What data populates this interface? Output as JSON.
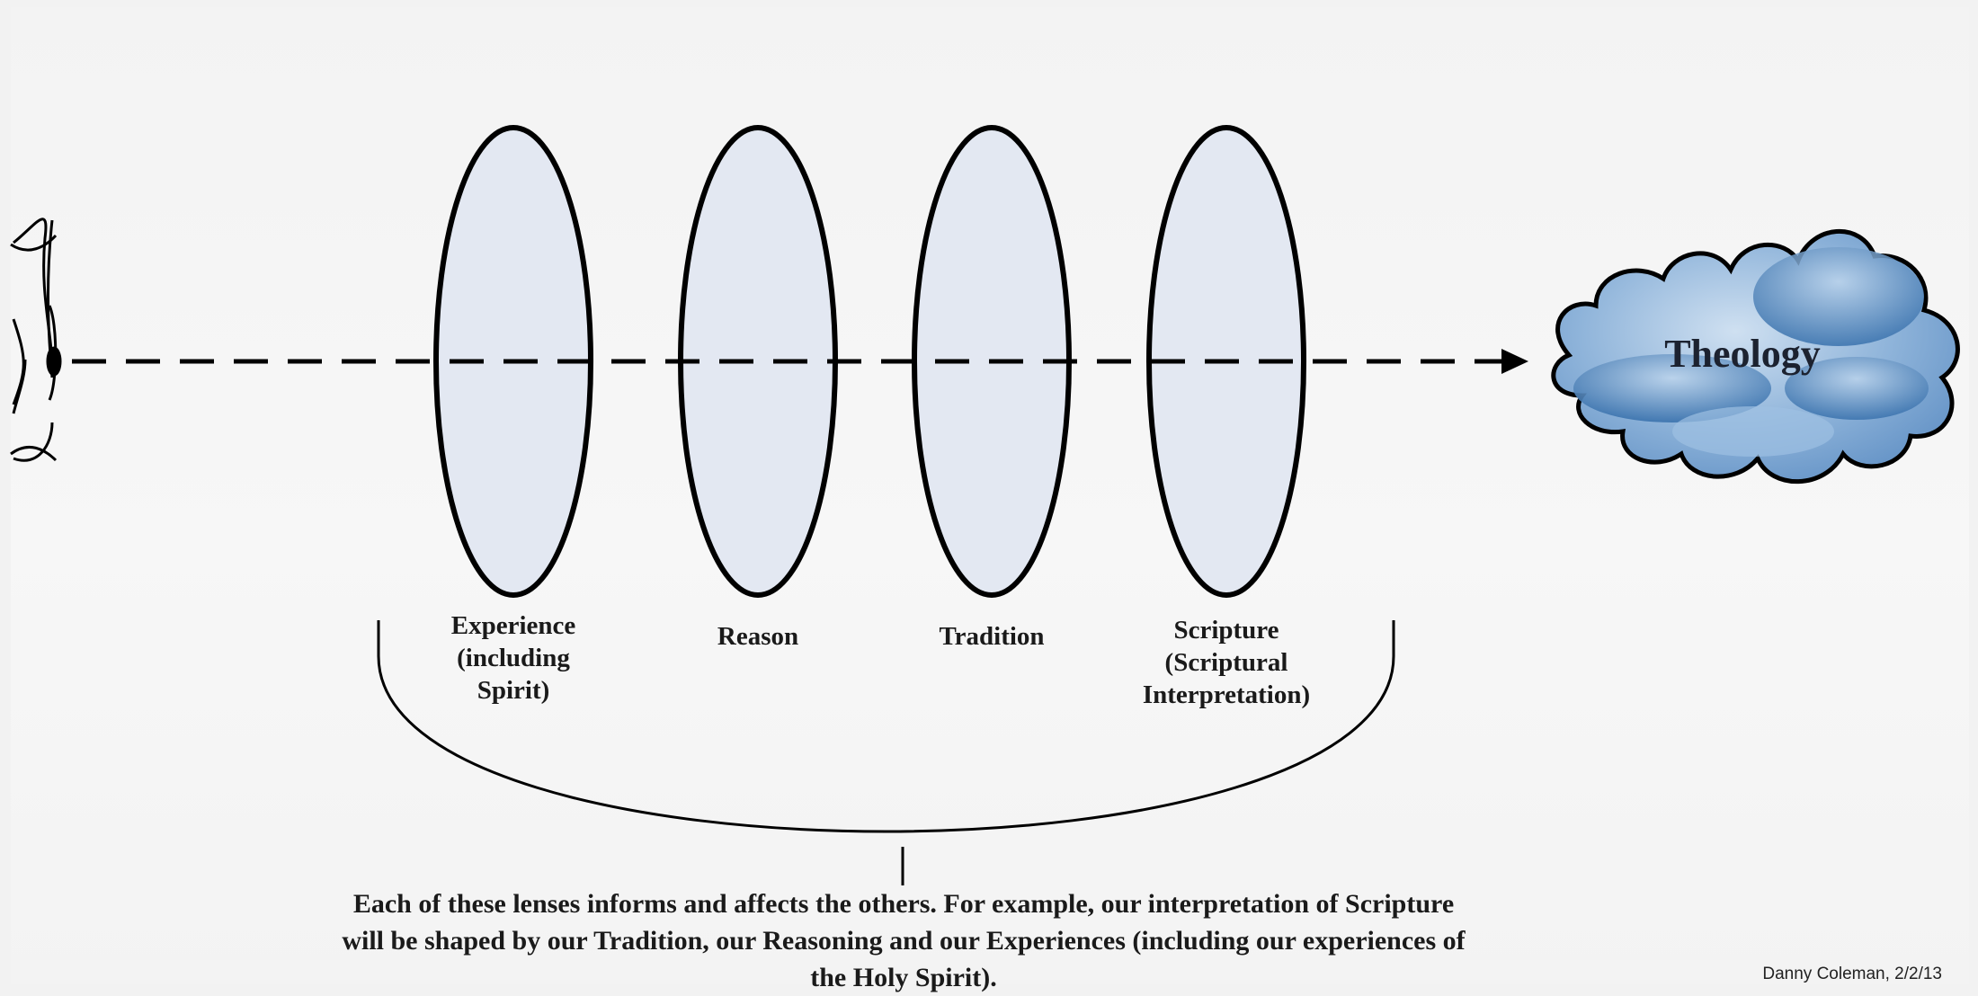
{
  "target": {
    "label": "Theology"
  },
  "lenses": [
    {
      "id": "experience",
      "label": "Experience\n(including Spirit)"
    },
    {
      "id": "reason",
      "label": "Reason"
    },
    {
      "id": "tradition",
      "label": "Tradition"
    },
    {
      "id": "scripture",
      "label": "Scripture\n(Scriptural\nInterpretation)"
    }
  ],
  "note": "Each of these lenses informs and affects the others.  For example, our interpretation of Scripture will be shaped by our Tradition, our Reasoning and our Experiences (including our experiences of the Holy Spirit).",
  "credit": "Danny Coleman, 2/2/13",
  "colors": {
    "lens_fill": "#e3e8f2",
    "outline": "#000000",
    "cloud_light": "#c9dcef",
    "cloud_dark": "#2f6aa8"
  }
}
